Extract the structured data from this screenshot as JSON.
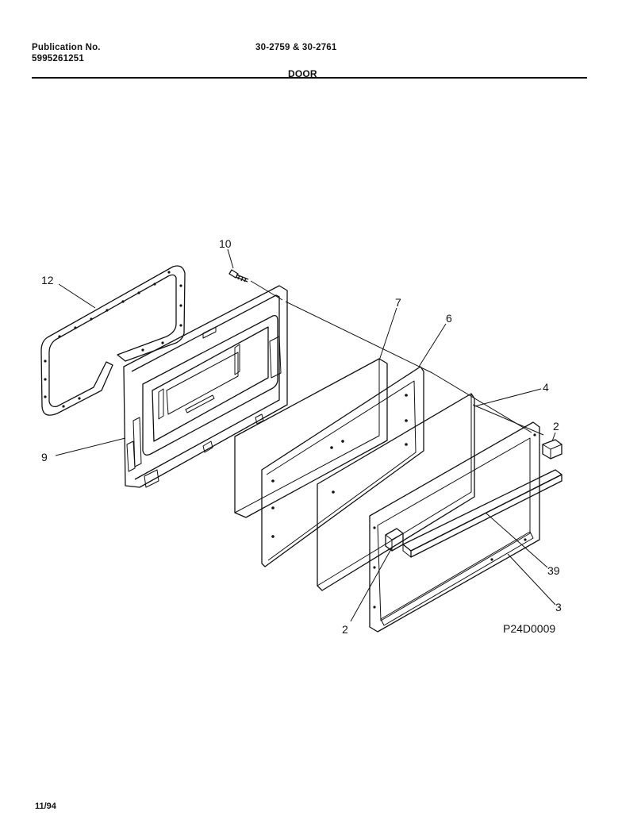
{
  "header": {
    "publication_label": "Publication No.",
    "publication_number": "5995261251",
    "models": "30-2759 & 30-2761",
    "section_title": "DOOR"
  },
  "diagram": {
    "callouts": [
      "12",
      "10",
      "9",
      "7",
      "6",
      "4",
      "2",
      "39",
      "3",
      "2"
    ],
    "drawing_code": "P24D0009"
  },
  "footer": {
    "date_code": "11/94"
  }
}
